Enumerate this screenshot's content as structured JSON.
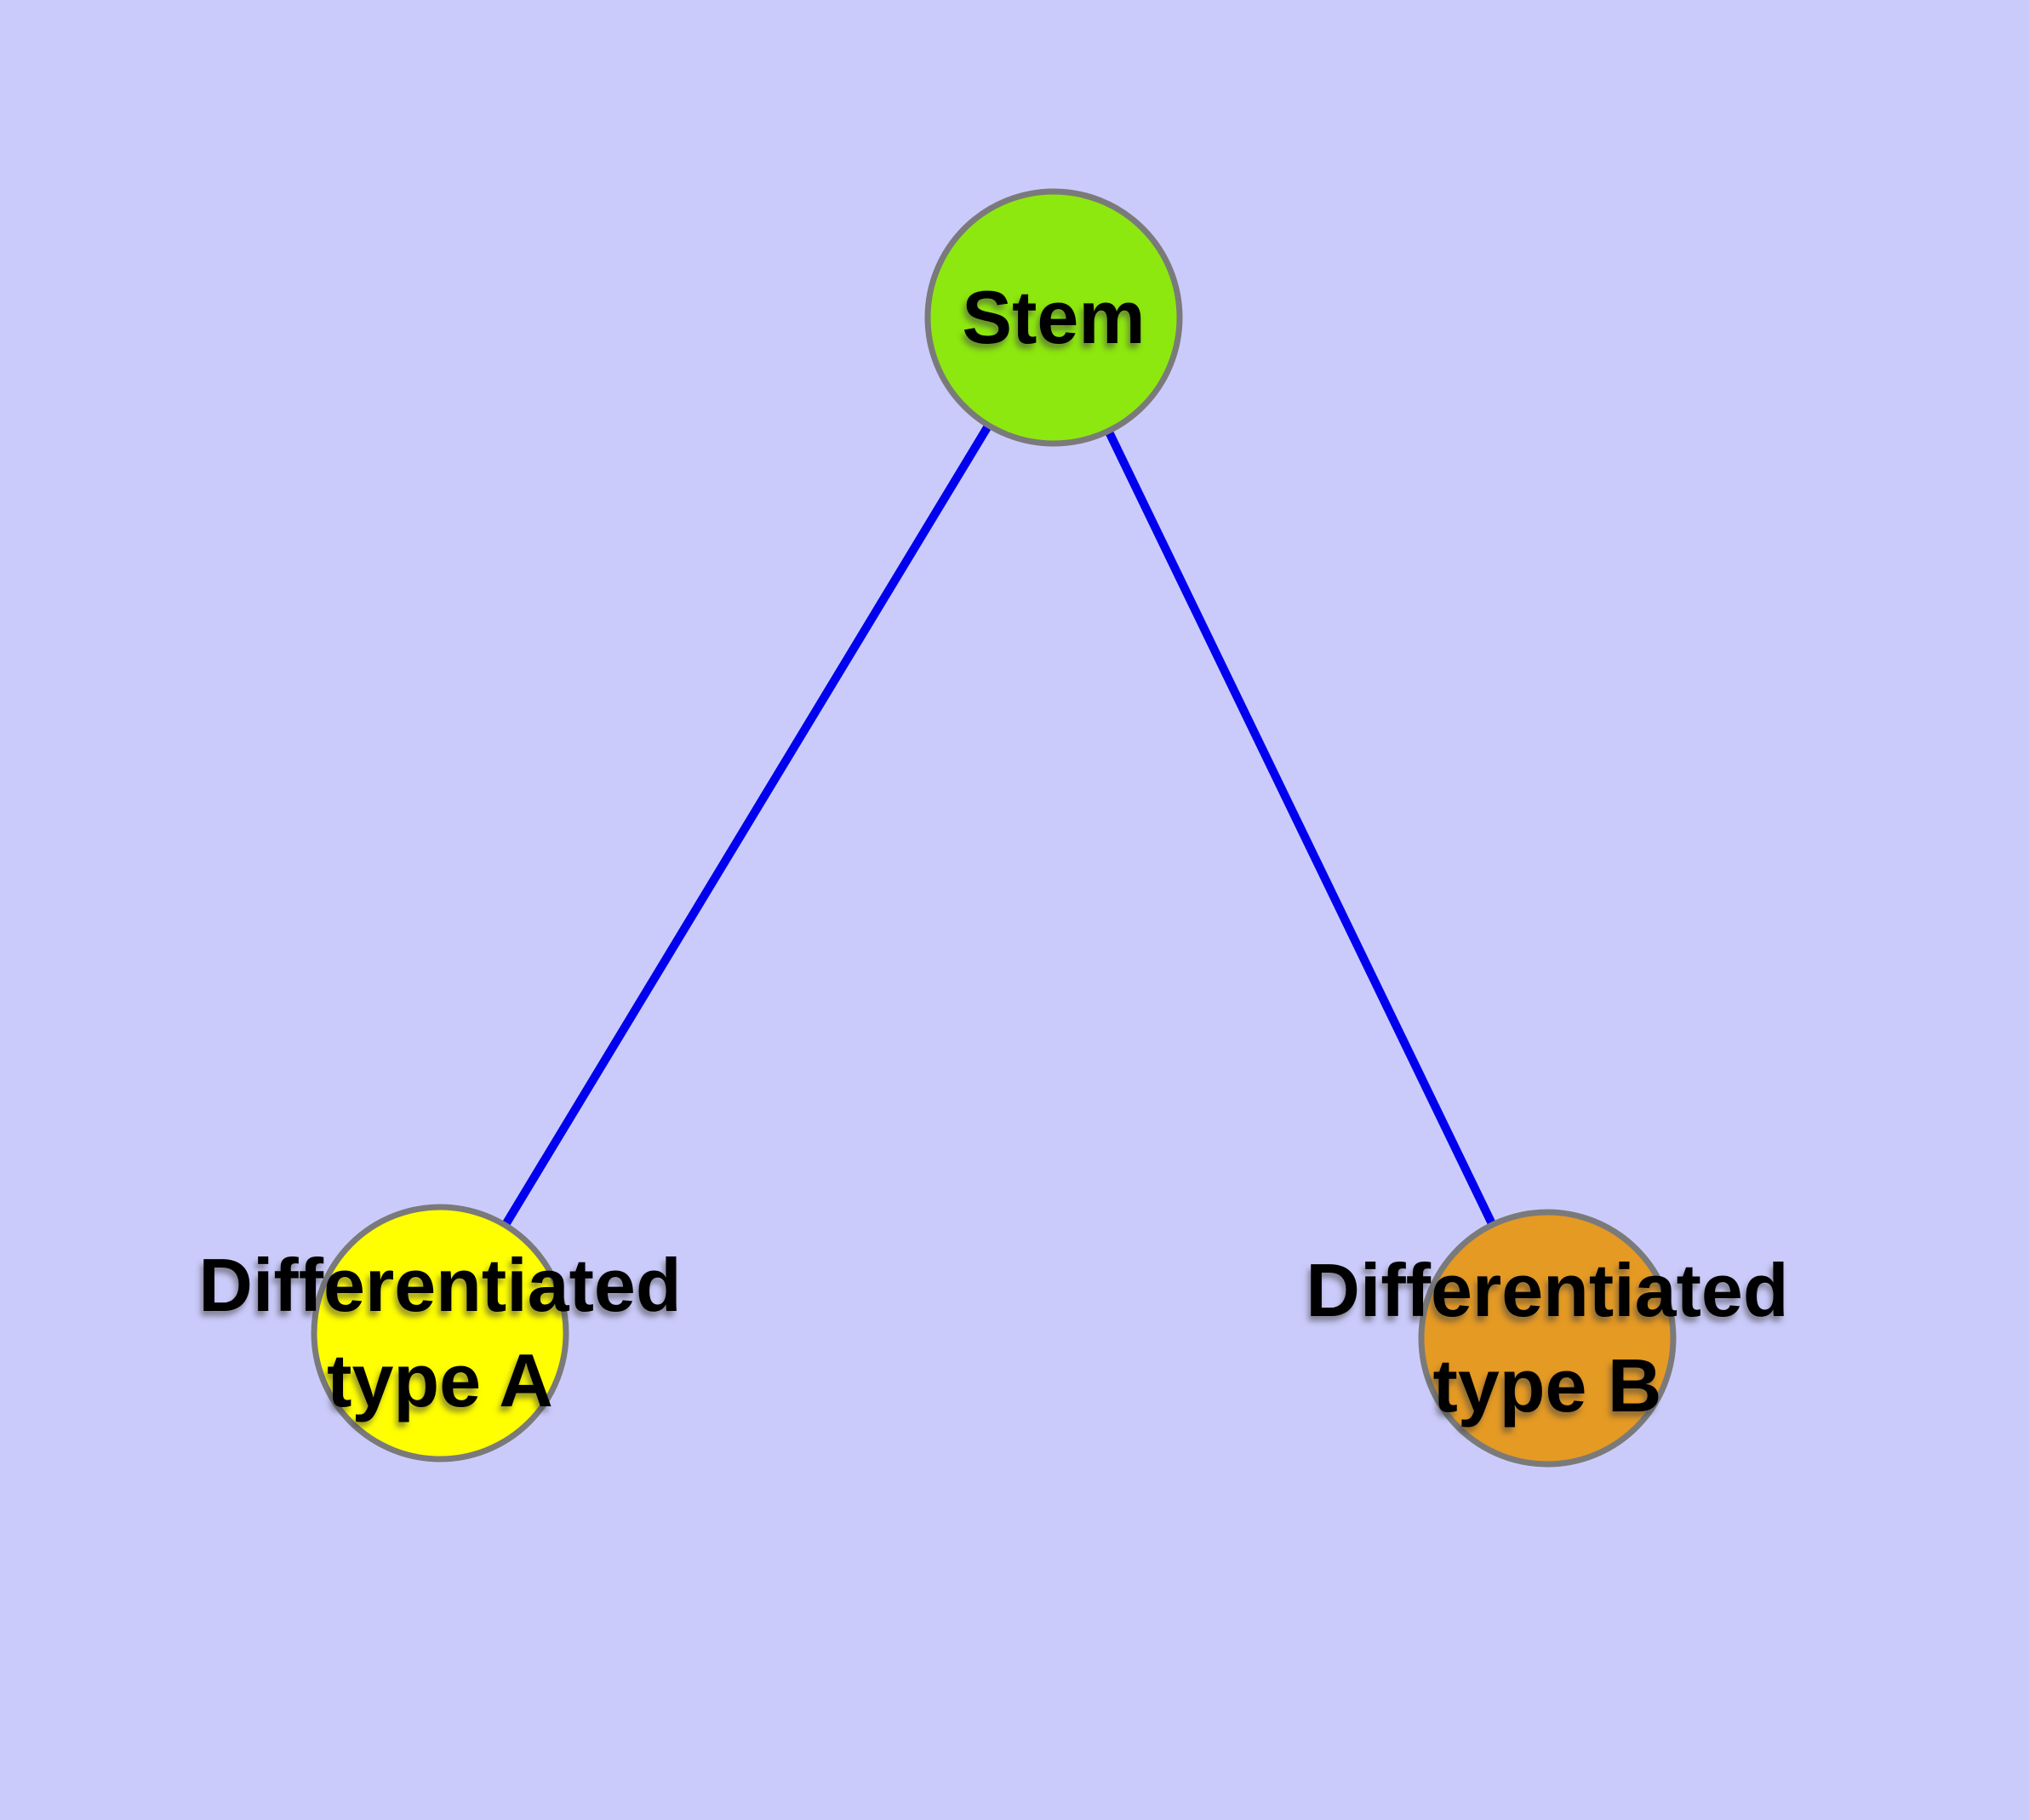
{
  "page": {
    "background_color": "#CBCBFB"
  },
  "diagram": {
    "type": "node-link-graph",
    "description": "Cell differentiation hierarchy: one stem node connected to two differentiated type nodes",
    "text_color": "#000000",
    "edge_color": "#0000EE",
    "node_border_color": "#7A7A7A",
    "nodes": [
      {
        "id": "stem",
        "label": "Stem",
        "fill_color": "#8DE80F"
      },
      {
        "id": "differentiated-type-a",
        "label": "Differentiated\ntype A",
        "fill_color": "#FFFF00"
      },
      {
        "id": "differentiated-type-b",
        "label": "Differentiated\ntype B",
        "fill_color": "#E59A24"
      }
    ],
    "edges": [
      {
        "from": "Stem",
        "to": "Differentiated type A"
      },
      {
        "from": "Stem",
        "to": "Differentiated type B"
      }
    ]
  }
}
